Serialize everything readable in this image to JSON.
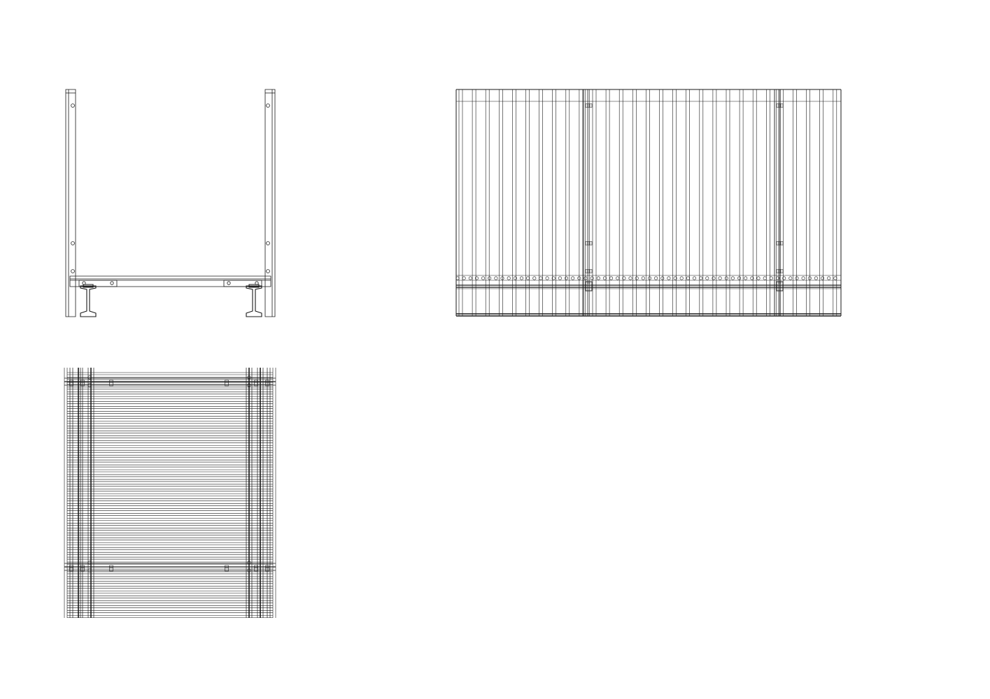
{
  "sheet": {
    "background": "#ffffff",
    "line_color": "#1a1a1a",
    "views": [
      {
        "id": "end-elevation",
        "kind": "section with two I-beam supports"
      },
      {
        "id": "side-elevation",
        "kind": "vertical bar grating elevation"
      },
      {
        "id": "plan-view",
        "kind": "horizontal bar grating plan"
      }
    ]
  }
}
